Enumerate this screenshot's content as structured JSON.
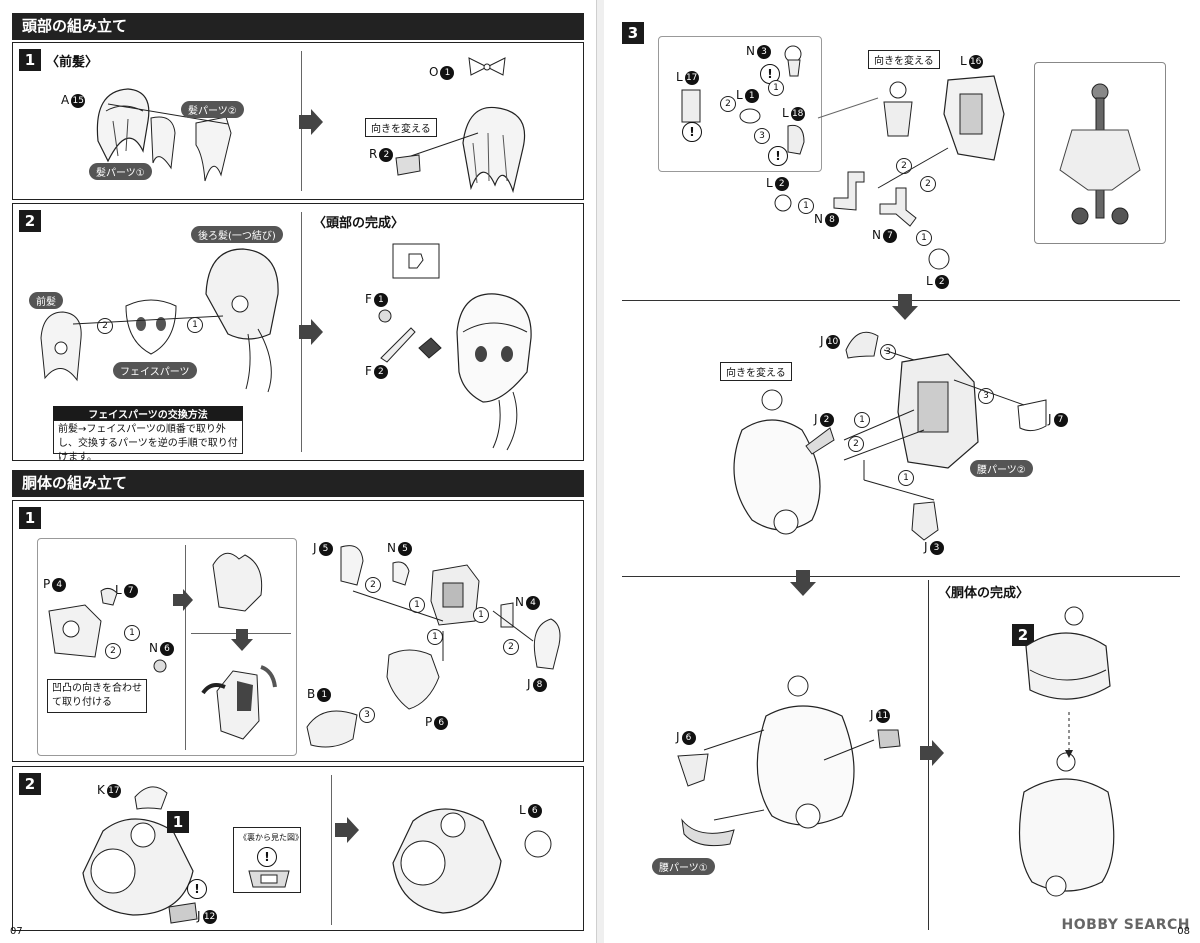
{
  "left": {
    "head_section": "頭部の組み立て",
    "step1": {
      "num": "1",
      "title": "〈前髪〉",
      "labels": {
        "a15": "A",
        "a15n": "15",
        "hair2": "髪パーツ②",
        "hair1": "髪パーツ①",
        "o1": "O",
        "o1n": "1",
        "turn": "向きを変える",
        "r2": "R",
        "r2n": "2"
      }
    },
    "step2": {
      "num": "2",
      "complete": "〈頭部の完成〉",
      "labels": {
        "back_hair": "後ろ髪(一つ結び)",
        "front_hair": "前髪",
        "face": "フェイスパーツ",
        "f1": "F",
        "f1n": "1",
        "f2": "F",
        "f2n": "2"
      },
      "note_head": "フェイスパーツの交換方法",
      "note_body": "前髪→フェイスパーツの順番で取り外し、交換するパーツを逆の手順で取り付けます。"
    },
    "body_section": "胴体の組み立て",
    "bstep1": {
      "num": "1",
      "labels": {
        "p4": "P",
        "p4n": "4",
        "l7": "L",
        "l7n": "7",
        "n6": "N",
        "n6n": "6",
        "j5": "J",
        "j5n": "5",
        "n5": "N",
        "n5n": "5",
        "n4": "N",
        "n4n": "4",
        "j8": "J",
        "j8n": "8",
        "b1": "B",
        "b1n": "1",
        "p6": "P",
        "p6n": "6"
      },
      "align_note": "凹凸の向きを合わせて取り付ける"
    },
    "bstep2": {
      "num": "2",
      "labels": {
        "k17": "K",
        "k17n": "17",
        "j12": "J",
        "j12n": "12",
        "l6": "L",
        "l6n": "6",
        "back_view": "《裏から見た図》",
        "ref1": "1"
      }
    },
    "page_number": "07"
  },
  "right": {
    "step3": {
      "num": "3",
      "labels": {
        "n3": "N",
        "n3n": "3",
        "l17": "L",
        "l17n": "17",
        "l1": "L",
        "l1n": "1",
        "l18": "L",
        "l18n": "18",
        "turn": "向きを変える",
        "l16": "L",
        "l16n": "16",
        "l2a": "L",
        "l2an": "2",
        "n8": "N",
        "n8n": "8",
        "n7": "N",
        "n7n": "7",
        "l2b": "L",
        "l2bn": "2"
      }
    },
    "step4": {
      "labels": {
        "j10": "J",
        "j10n": "10",
        "turn": "向きを変える",
        "j2": "J",
        "j2n": "2",
        "j7": "J",
        "j7n": "7",
        "waist2": "腰パーツ②",
        "j3": "J",
        "j3n": "3"
      }
    },
    "step5": {
      "labels": {
        "j6": "J",
        "j6n": "6",
        "j11": "J",
        "j11n": "11",
        "waist1": "腰パーツ①"
      }
    },
    "complete": {
      "title": "〈胴体の完成〉",
      "ref2": "2"
    },
    "page_number": "08",
    "watermark": "HOBBY SEARCH"
  },
  "colors": {
    "bar": "#222222",
    "pill": "#555555"
  }
}
